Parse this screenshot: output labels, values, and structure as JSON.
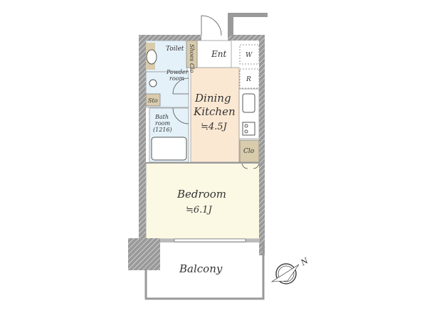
{
  "rooms": {
    "toilet": "Toilet",
    "shoes_closet": "Shoes Clo",
    "entrance": "Ent",
    "washer": "W",
    "refrigerator": "R",
    "powder_room_1": "Powder",
    "powder_room_2": "room",
    "storage": "Sto",
    "bath_room_1": "Bath",
    "bath_room_2": "room",
    "bath_room_size": "(1216)",
    "dining_kitchen_1": "Dining",
    "dining_kitchen_2": "Kitchen",
    "dining_kitchen_area": "≒4.5J",
    "closet": "Clo",
    "bedroom": "Bedroom",
    "bedroom_area": "≒6.1J",
    "balcony": "Balcony"
  },
  "compass": {
    "label": "N"
  },
  "colors": {
    "wall": "#9a9a9a",
    "wet_area": "#e4f1f9",
    "storage": "#d8ccad",
    "dining_kitchen": "#fbe8d2",
    "bedroom": "#fbf8e4"
  }
}
